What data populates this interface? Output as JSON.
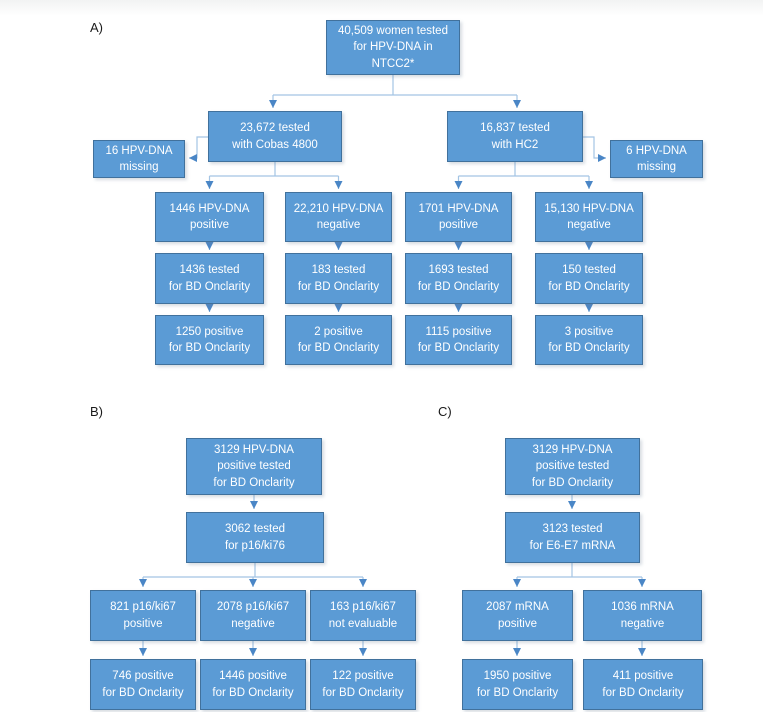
{
  "colors": {
    "box_fill": "#5B9BD5",
    "box_border": "#41719C",
    "connector_line": "#A3C4E4",
    "arrow": "#4A86C6",
    "text": "#FFFFFF"
  },
  "panel_a": {
    "label": "A)",
    "root": "40,509 women tested\nfor HPV-DNA in\nNTCC2*",
    "cobas": "23,672 tested\nwith Cobas 4800",
    "hc2": "16,837 tested\nwith HC2",
    "missing_cobas": "16 HPV-DNA\nmissing",
    "missing_hc2": "6 HPV-DNA\nmissing",
    "cobas_positive": "1446 HPV-DNA\npositive",
    "cobas_negative": "22,210 HPV-DNA\nnegative",
    "hc2_positive": "1701 HPV-DNA\npositive",
    "hc2_negative": "15,130 HPV-DNA\nnegative",
    "cobas_pos_tested": "1436 tested\nfor BD Onclarity",
    "cobas_neg_tested": "183 tested\nfor BD Onclarity",
    "hc2_pos_tested": "1693 tested\nfor BD Onclarity",
    "hc2_neg_tested": "150 tested\nfor BD Onclarity",
    "cobas_pos_bd": "1250 positive\nfor BD Onclarity",
    "cobas_neg_bd": "2 positive\nfor BD Onclarity",
    "hc2_pos_bd": "1115 positive\nfor BD Onclarity",
    "hc2_neg_bd": "3 positive\nfor BD Onclarity"
  },
  "panel_b": {
    "label": "B)",
    "root": "3129 HPV-DNA\npositive tested\nfor BD Onclarity",
    "mid": "3062 tested\nfor p16/ki76",
    "pos": "821 p16/ki67\npositive",
    "neg": "2078 p16/ki67\nnegative",
    "ne": "163 p16/ki67\nnot evaluable",
    "pos_bd": "746 positive\nfor BD Onclarity",
    "neg_bd": "1446 positive\nfor BD Onclarity",
    "ne_bd": "122 positive\nfor BD Onclarity"
  },
  "panel_c": {
    "label": "C)",
    "root": "3129 HPV-DNA\npositive tested\nfor BD Onclarity",
    "mid": "3123 tested\nfor E6-E7 mRNA",
    "pos": "2087 mRNA\npositive",
    "neg": "1036 mRNA\nnegative",
    "pos_bd": "1950 positive\nfor BD Onclarity",
    "neg_bd": "411 positive\nfor BD Onclarity"
  }
}
